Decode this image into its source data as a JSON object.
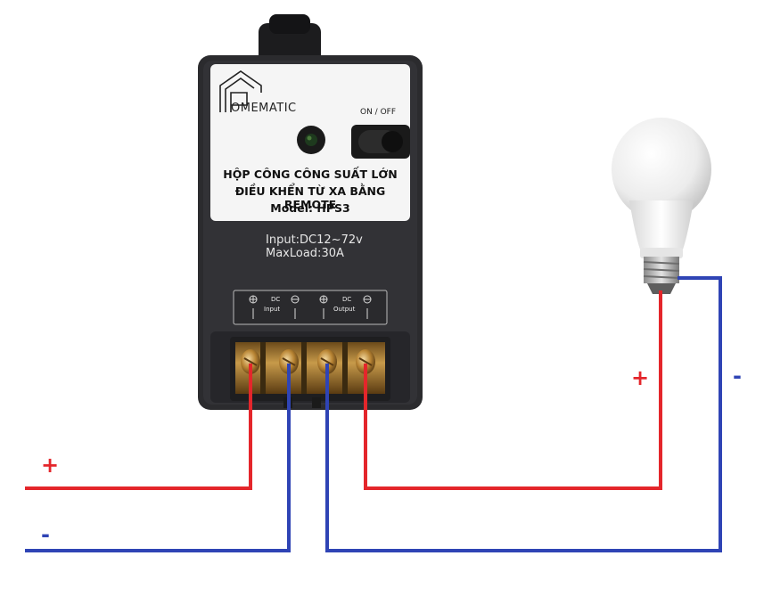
{
  "device": {
    "brand": "OMEMATIC",
    "switch_label": "ON / OFF",
    "title_line1": "HỘP CÔNG CÔNG SUẤT LỚN",
    "title_line2": "ĐIỀU KHỂN TỪ XA BẰNG REMOTE",
    "model": "Model: HPS3",
    "spec_input": "Input:DC12~72v",
    "spec_maxload": "MaxLoad:30A",
    "terminal_dc_left": "DC",
    "terminal_input": "Input",
    "terminal_dc_right": "DC",
    "terminal_output": "Output"
  },
  "wiring": {
    "left_plus": "+",
    "left_minus": "-",
    "right_plus": "+",
    "right_minus": "-"
  },
  "colors": {
    "positive_wire": "#e4262b",
    "negative_wire": "#2f44b5",
    "housing": "#2b2b2e"
  }
}
